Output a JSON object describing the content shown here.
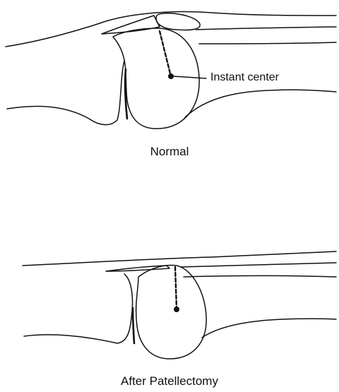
{
  "normal": {
    "caption": "Normal",
    "callout_label": "Instant center"
  },
  "after": {
    "caption": "After Patellectomy"
  }
}
